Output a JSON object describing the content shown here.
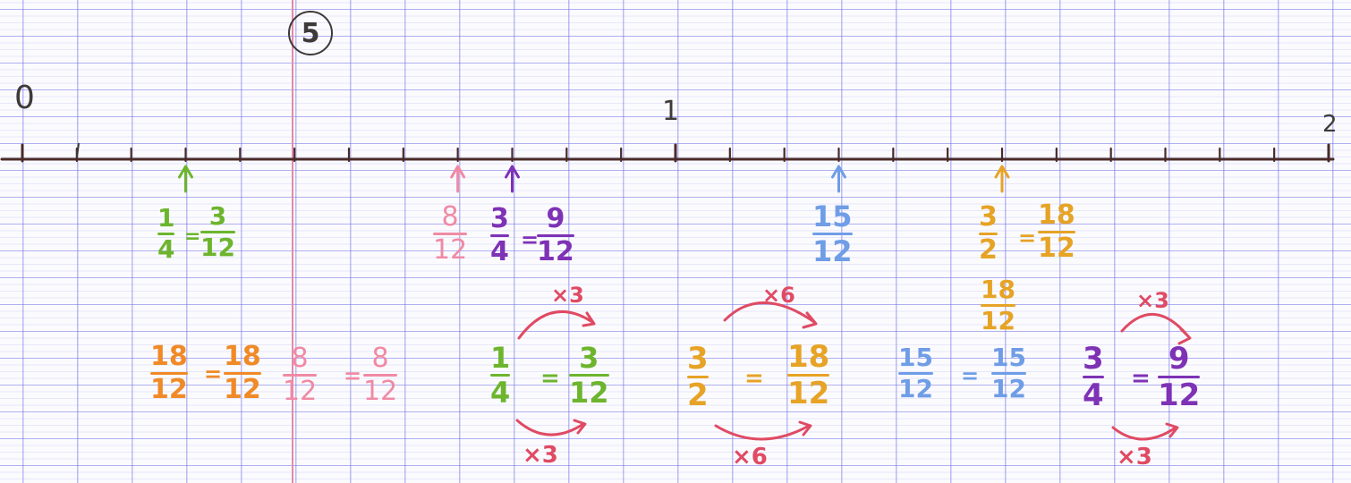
{
  "colors": {
    "line": "#4a2a28",
    "green": "#6cb52d",
    "pink": "#f08aa4",
    "purple": "#7e32b5",
    "blue": "#6f9de6",
    "gold": "#e6a325",
    "orange": "#f08a27",
    "red": "#e04a63",
    "pencil": "#3f3a3a"
  },
  "exercise_number": "5",
  "number_line": {
    "labels": [
      "0",
      "1",
      "2"
    ],
    "unit_ticks": 12
  },
  "markers": {
    "green": {
      "num": "1",
      "den": "4",
      "eq": "=",
      "num2": "3",
      "den2": "12"
    },
    "pink": {
      "num": "8",
      "den": "12"
    },
    "purple": {
      "num": "3",
      "den": "4",
      "eq": "=",
      "num2": "9",
      "den2": "12"
    },
    "blue": {
      "num": "15",
      "den": "12"
    },
    "gold": {
      "num": "3",
      "den": "2",
      "eq": "=",
      "num2": "18",
      "den2": "12",
      "extra_num": "18",
      "extra_den": "12"
    }
  },
  "bottom": {
    "orange": {
      "num": "18",
      "den": "12",
      "eq": "=",
      "num2": "18",
      "den2": "12"
    },
    "pink": {
      "num": "8",
      "den": "12",
      "eq": "=",
      "num2": "8",
      "den2": "12"
    },
    "green": {
      "num": "1",
      "den": "4",
      "eq": "=",
      "num2": "3",
      "den2": "12",
      "mult_top": "×3",
      "mult_bottom": "×3"
    },
    "gold": {
      "num": "3",
      "den": "2",
      "eq": "=",
      "num2": "18",
      "den2": "12",
      "mult_top": "×6",
      "mult_bottom": "×6"
    },
    "blue": {
      "num": "15",
      "den": "12",
      "eq": "=",
      "num2": "15",
      "den2": "12"
    },
    "purple": {
      "num": "3",
      "den": "4",
      "eq": "=",
      "num2": "9",
      "den2": "12",
      "mult_top": "×3",
      "mult_bottom": "×3"
    }
  }
}
